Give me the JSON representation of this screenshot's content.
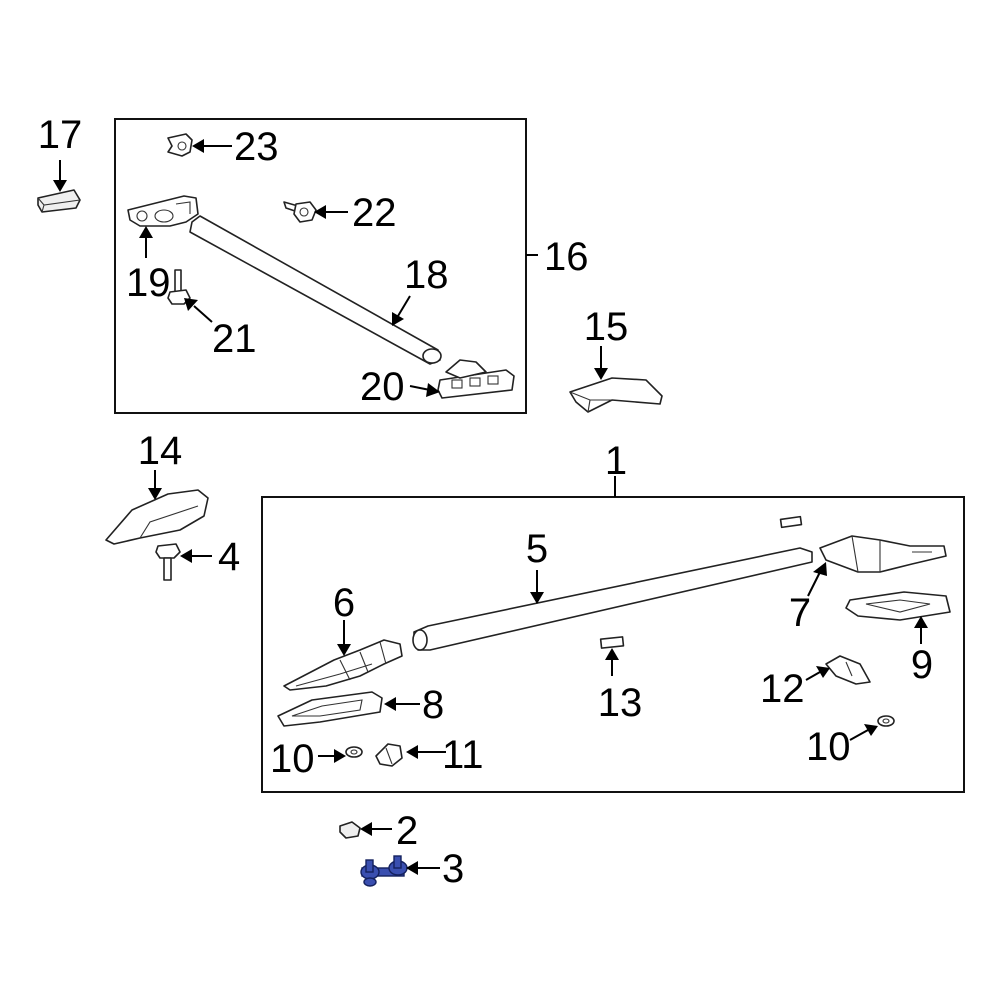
{
  "diagram": {
    "callouts": {
      "c1": "1",
      "c2": "2",
      "c3": "3",
      "c4": "4",
      "c5": "5",
      "c6": "6",
      "c7": "7",
      "c8": "8",
      "c9": "9",
      "c10a": "10",
      "c10b": "10",
      "c11": "11",
      "c12": "12",
      "c13": "13",
      "c14": "14",
      "c15": "15",
      "c16": "16",
      "c17": "17",
      "c18": "18",
      "c19": "19",
      "c20": "20",
      "c21": "21",
      "c22": "22",
      "c23": "23"
    },
    "colors": {
      "highlight_part": "#3a4fb0",
      "outline": "#222222",
      "background": "#ffffff"
    }
  }
}
